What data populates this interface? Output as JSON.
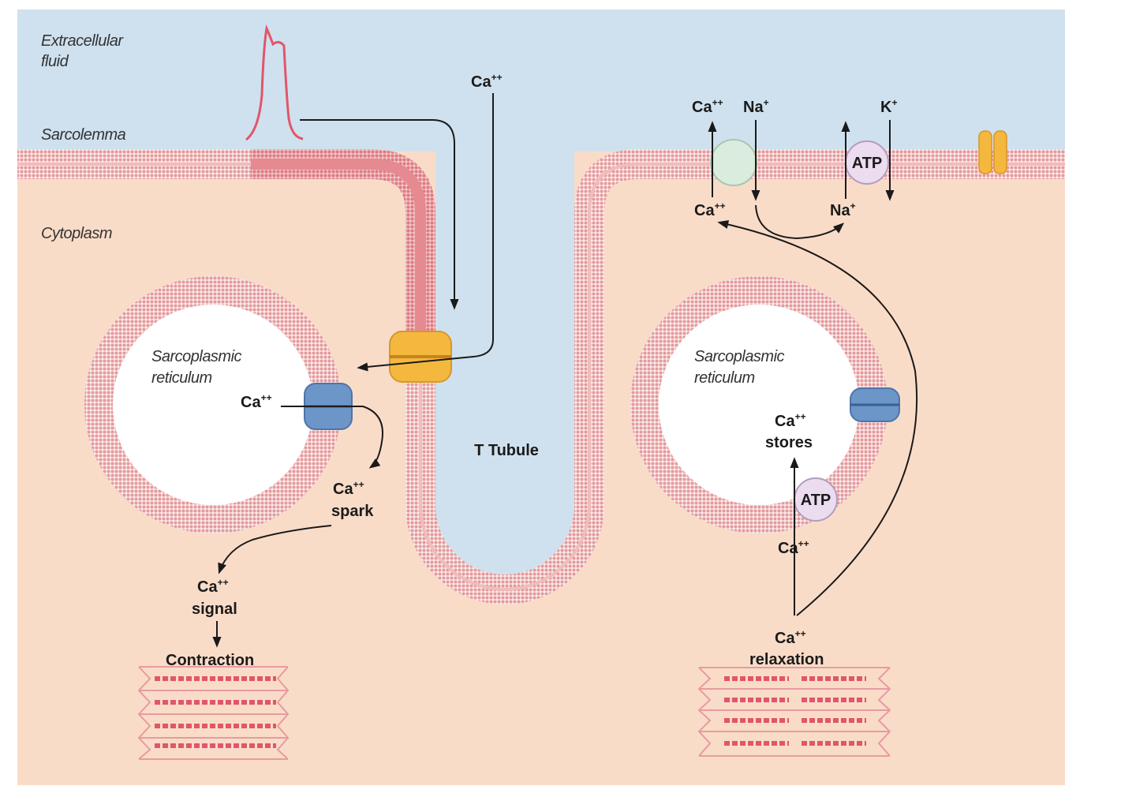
{
  "labels": {
    "extracellular_line1": "Extracellular",
    "extracellular_line2": "fluid",
    "sarcolemma": "Sarcolemma",
    "cytoplasm": "Cytoplasm",
    "sr_left_line1": "Sarcoplasmic",
    "sr_left_line2": "reticulum",
    "sr_right_line1": "Sarcoplasmic",
    "sr_right_line2": "reticulum",
    "t_tubule": "T Tubule",
    "ca": "Ca",
    "ca_sup": "++",
    "na": "Na",
    "k": "K",
    "single_sup": "+",
    "spark": "spark",
    "signal": "signal",
    "contraction": "Contraction",
    "stores": "stores",
    "relaxation": "relaxation",
    "atp": "ATP"
  },
  "colors": {
    "extracellular": "#cfe1ef",
    "cytoplasm": "#f9dcc8",
    "membrane_bead": "#e59b9b",
    "membrane_active": "#e27f87",
    "l_type_channel": "#f3b83d",
    "ryanodine_receptor": "#6c95c8",
    "exchanger": "#d9ecdd",
    "atp_pump": "#ecdcf0",
    "action_potential": "#e0566a",
    "myofibril": "#e0566a"
  }
}
